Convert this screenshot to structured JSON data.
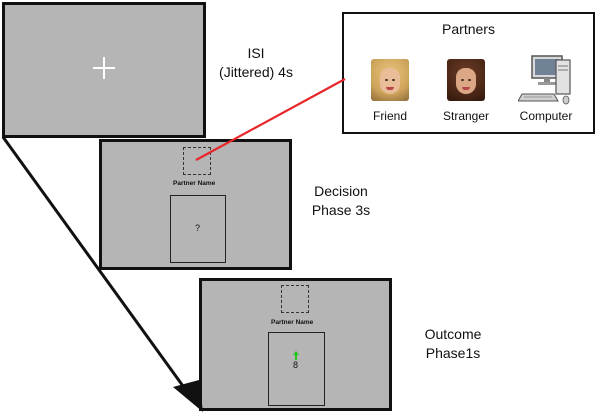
{
  "isi": {
    "label_line1": "ISI",
    "label_line2": "(Jittered) 4s"
  },
  "decision": {
    "label_line1": "Decision",
    "label_line2": "Phase 3s",
    "partner_name": "Partner Name",
    "card_text": "?"
  },
  "outcome": {
    "label_line1": "Outcome",
    "label_line2": "Phase1s",
    "partner_name": "Partner Name",
    "card_text": "8"
  },
  "partners": {
    "title": "Partners",
    "items": [
      {
        "label": "Friend",
        "icon": "face-photo-icon"
      },
      {
        "label": "Stranger",
        "icon": "face-photo-icon"
      },
      {
        "label": "Computer",
        "icon": "computer-icon"
      }
    ]
  },
  "colors": {
    "screen": "#b5b5b5",
    "connector": "#e8262a",
    "outcome_arrow": "#22c422"
  }
}
